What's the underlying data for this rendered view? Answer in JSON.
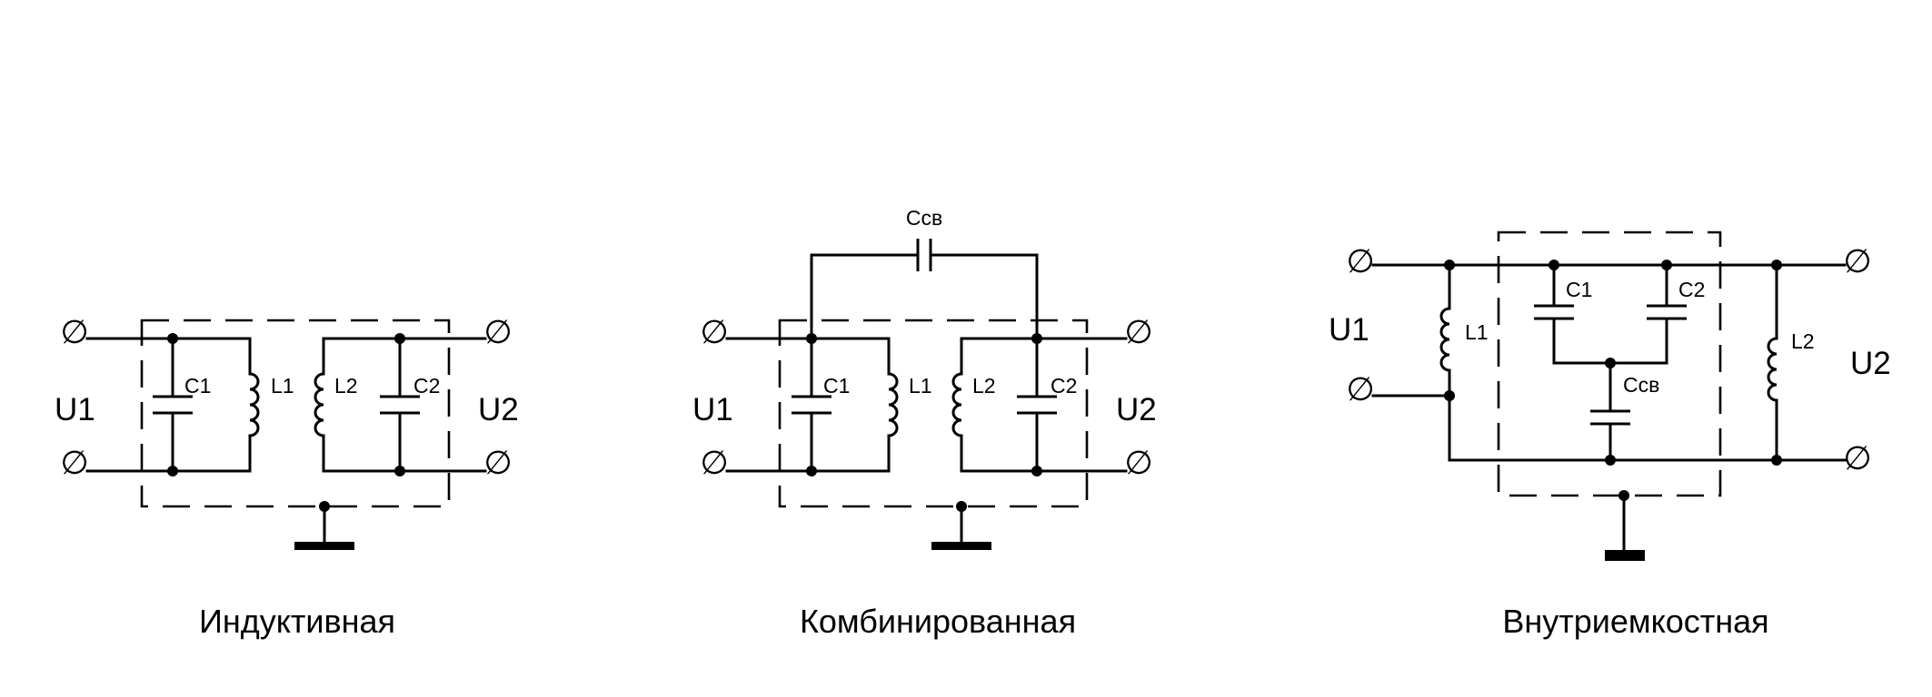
{
  "diagrams": [
    {
      "caption": "Индуктивная",
      "labels": {
        "u1": "U1",
        "u2": "U2",
        "c1": "C1",
        "c2": "C2",
        "l1": "L1",
        "l2": "L2"
      }
    },
    {
      "caption": "Комбинированная",
      "labels": {
        "u1": "U1",
        "u2": "U2",
        "c1": "C1",
        "c2": "C2",
        "l1": "L1",
        "l2": "L2",
        "ccv": "Ccв"
      }
    },
    {
      "caption": "Внутриемкостная",
      "labels": {
        "u1": "U1",
        "u2": "U2",
        "c1": "C1",
        "c2": "C2",
        "l1": "L1",
        "l2": "L2",
        "ccv": "Ccв"
      }
    }
  ],
  "terminal_symbol": "∅"
}
